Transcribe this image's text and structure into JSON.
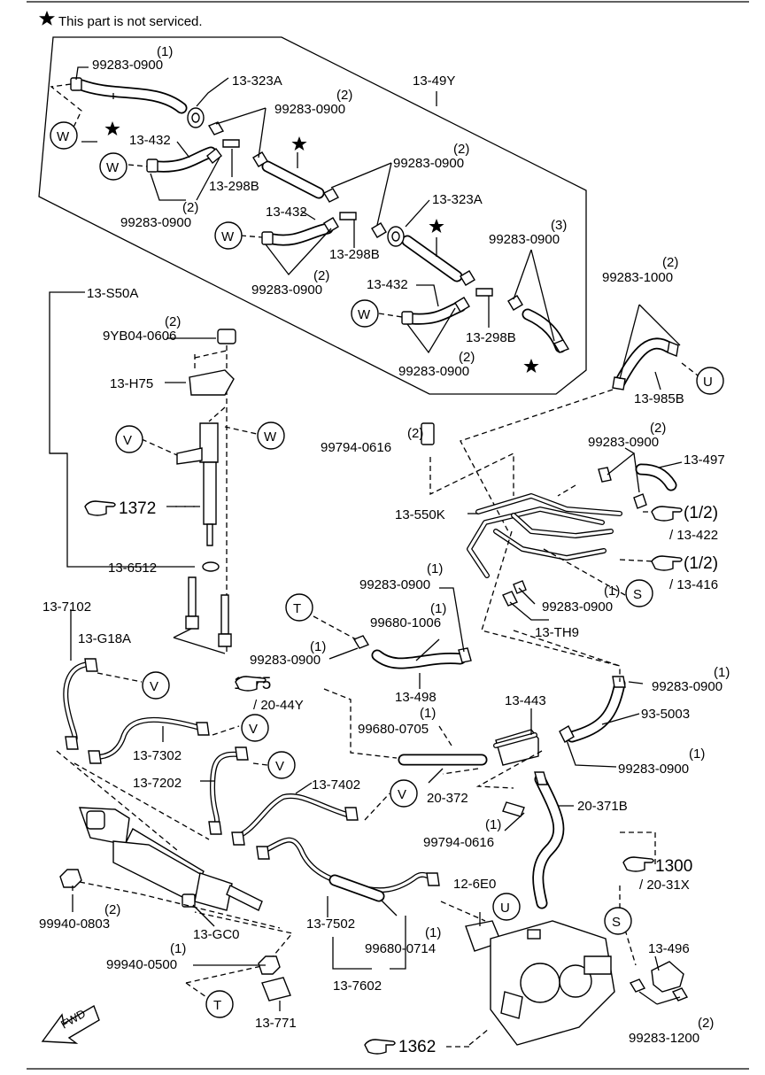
{
  "note": "This part is not serviced.",
  "labels": {
    "top_9900_a_qty": "(1)",
    "top_9900_a": "99283-0900",
    "l_323a_1": "13-323A",
    "l_9900_b_qty": "(2)",
    "l_9900_b": "99283-0900",
    "l_49y": "13-49Y",
    "l_432_1": "13-432",
    "l_298b_1": "13-298B",
    "l_9900_c_qty": "(2)",
    "l_9900_c": "99283-0900",
    "l_9900_d_qty": "(2)",
    "l_9900_d": "99283-0900",
    "l_323a_2": "13-323A",
    "l_432_2": "13-432",
    "l_298b_2": "13-298B",
    "l_9900_e_qty": "(3)",
    "l_9900_e": "99283-0900",
    "l_9900_f_qty": "(2)",
    "l_9900_f": "99283-0900",
    "l_432_3": "13-432",
    "l_298b_3": "13-298B",
    "l_9900_g_qty": "(2)",
    "l_9900_g": "99283-0900",
    "l_s50a": "13-S50A",
    "l_9yb04_qty": "(2)",
    "l_9yb04": "9YB04-0606",
    "l_h75": "13-H75",
    "l_1372": "1372",
    "l_6512": "13-6512",
    "l_1000_qty": "(2)",
    "l_1000": "99283-1000",
    "l_985b": "13-985B",
    "l_99794a_qty": "(2)",
    "l_99794a": "99794-0616",
    "l_9900_h_qty": "(2)",
    "l_9900_h": "99283-0900",
    "l_497": "13-497",
    "l_550k": "13-550K",
    "l_422_a": "(1/2)",
    "l_422_b": "/ 13-422",
    "l_416_a": "(1/2)",
    "l_416_b": "/ 13-416",
    "l_9900_i_qty": "(1)",
    "l_9900_i": "99283-0900",
    "l_9900_j_qty": "(1)",
    "l_9900_j": "99283-0900",
    "l_th9": "13-TH9",
    "l_7102": "13-7102",
    "l_g18a": "13-G18A",
    "l_1006_qty": "(1)",
    "l_1006": "99680-1006",
    "l_9900_k_qty": "(1)",
    "l_9900_k": "99283-0900",
    "l_498": "13-498",
    "l_1375_a": "1375",
    "l_1375_b": "/ 20-44Y",
    "l_0705_qty": "(1)",
    "l_0705": "99680-0705",
    "l_443": "13-443",
    "l_9900_l_qty": "(1)",
    "l_9900_l": "99283-0900",
    "l_5003": "93-5003",
    "l_9900_m_qty": "(1)",
    "l_9900_m": "99283-0900",
    "l_7302": "13-7302",
    "l_7202": "13-7202",
    "l_7402": "13-7402",
    "l_372": "20-372",
    "l_371b": "20-371B",
    "l_99794b_qty": "(1)",
    "l_99794b": "99794-0616",
    "l_1300_a": "1300",
    "l_1300_b": "/ 20-31X",
    "l_12_6e0": "12-6E0",
    "l_99940_0803_qty": "(2)",
    "l_99940_0803": "99940-0803",
    "l_gc0": "13-GC0",
    "l_7502": "13-7502",
    "l_0714_qty": "(1)",
    "l_0714": "99680-0714",
    "l_496": "13-496",
    "l_0500_qty": "(1)",
    "l_0500": "99940-0500",
    "l_7602": "13-7602",
    "l_771": "13-771",
    "l_1362": "1362",
    "l_1200_qty": "(2)",
    "l_1200": "99283-1200",
    "fwd": "FWD"
  },
  "callouts": {
    "w": "W",
    "v": "V",
    "u": "U",
    "s": "S",
    "t": "T"
  },
  "icons": [
    "star-icon",
    "pointing-hand-icon",
    "fwd-arrow-icon"
  ]
}
